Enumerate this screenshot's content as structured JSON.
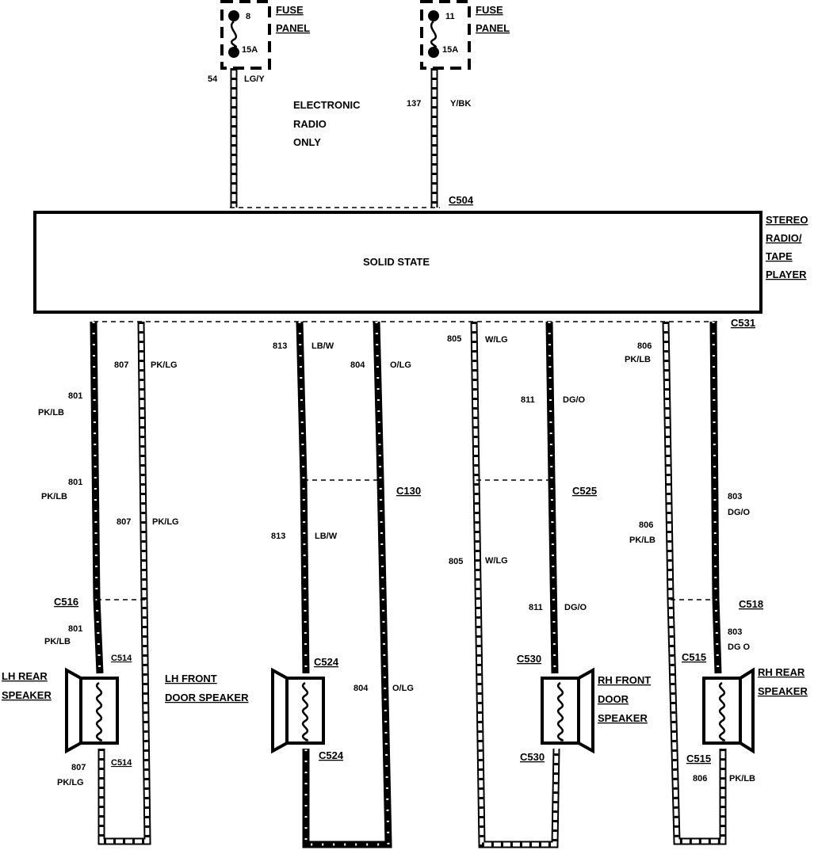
{
  "fuses": [
    {
      "number": "8",
      "rating": "15A",
      "label_line1": "FUSE",
      "label_line2": "PANEL"
    },
    {
      "number": "11",
      "rating": "15A",
      "label_line1": "FUSE",
      "label_line2": "PANEL"
    }
  ],
  "power_wires": [
    {
      "circuit": "54",
      "color": "LG/Y"
    },
    {
      "circuit": "137",
      "color": "Y/BK"
    }
  ],
  "note": {
    "line1": "ELECTRONIC",
    "line2": "RADIO",
    "line3": "ONLY"
  },
  "radio": {
    "body": "SOLID STATE",
    "name_line1": "STEREO",
    "name_line2": "RADIO/",
    "name_line3": "TAPE",
    "name_line4": "PLAYER"
  },
  "connectors": {
    "top": "C504",
    "radio_out": "C531",
    "c130": "C130",
    "c525": "C525",
    "c516": "C516",
    "c518": "C518",
    "c514a": "C514",
    "c514b": "C514",
    "c524a": "C524",
    "c524b": "C524",
    "c530a": "C530",
    "c530b": "C530",
    "c515a": "C515",
    "c515b": "C515"
  },
  "wire_labels": {
    "w801a_c": "801",
    "w801a_k": "PK/LB",
    "w801b_c": "801",
    "w801b_k": "PK/LB",
    "w801c_c": "801",
    "w801c_k": "PK/LB",
    "w807a_c": "807",
    "w807a_k": "PK/LG",
    "w807b_c": "807",
    "w807b_k": "PK/LG",
    "w807c_c": "807",
    "w807c_k": "PK/LG",
    "w813a_c": "813",
    "w813a_k": "LB/W",
    "w813b_c": "813",
    "w813b_k": "LB/W",
    "w804a_c": "804",
    "w804a_k": "O/LG",
    "w804b_c": "804",
    "w804b_k": "O/LG",
    "w805a_c": "805",
    "w805a_k": "W/LG",
    "w805b_c": "805",
    "w805b_k": "W/LG",
    "w811a_c": "811",
    "w811a_k": "DG/O",
    "w811b_c": "811",
    "w811b_k": "DG/O",
    "w806a_c": "806",
    "w806a_k": "PK/LB",
    "w806b_c": "806",
    "w806b_k": "PK/LB",
    "w806c_c": "806",
    "w806c_k": "PK/LB",
    "w803a_c": "803",
    "w803a_k": "DG/O",
    "w803b_c": "803",
    "w803b_k": "DG O"
  },
  "speakers": {
    "lh_rear_1": "LH REAR",
    "lh_rear_2": "SPEAKER",
    "lh_front_1": "LH FRONT",
    "lh_front_2": "DOOR SPEAKER",
    "rh_front_1": "RH FRONT",
    "rh_front_2": "DOOR",
    "rh_front_3": "SPEAKER",
    "rh_rear_1": "RH REAR",
    "rh_rear_2": "SPEAKER"
  }
}
